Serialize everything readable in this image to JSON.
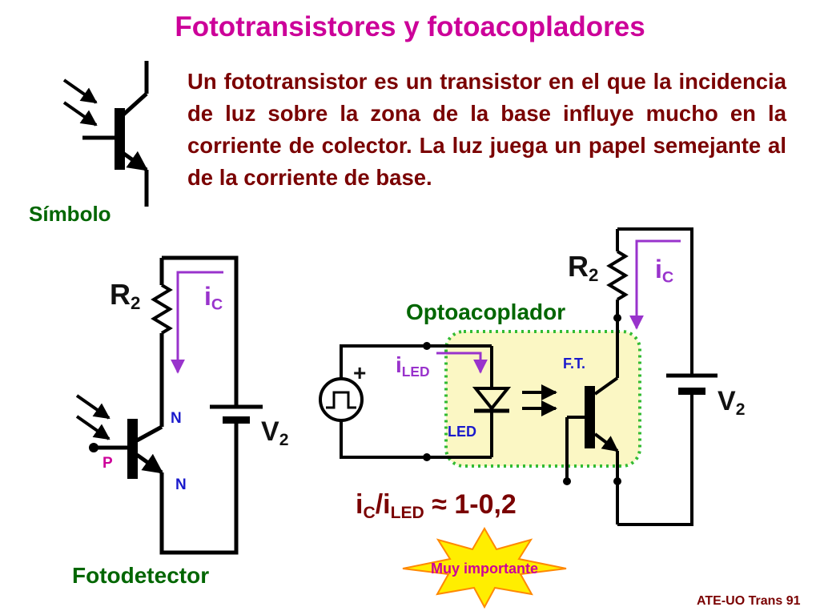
{
  "title": "Fototransistores y fotoacopladores",
  "description": "Un fototransistor es un transistor en el que la incidencia de luz sobre la zona de la base influye mucho en la corriente de colector. La luz juega un papel semejante al de la corriente de base.",
  "symbol_label": "Símbolo",
  "fotodetector": {
    "label": "Fotodetector",
    "r_label": "R",
    "r_sub": "2",
    "i_label": "i",
    "i_sub": "C",
    "v_label": "V",
    "v_sub": "2",
    "n_top": "N",
    "p": "P",
    "n_bottom": "N"
  },
  "optoacoplador": {
    "label": "Optoacoplador",
    "r_label": "R",
    "r_sub": "2",
    "ic_label": "i",
    "ic_sub": "C",
    "v_label": "V",
    "v_sub": "2",
    "iled_label": "i",
    "iled_sub": "LED",
    "plus": "+",
    "led": "LED",
    "ft": "F.T."
  },
  "ratio": {
    "ic": "i",
    "ic_sub": "C",
    "slash": "/i",
    "iled_sub": "LED",
    "approx": "≈",
    "value": "1-0,2"
  },
  "burst": "Muy importante",
  "footer": "ATE-UO Trans 91",
  "colors": {
    "title": "#cc0099",
    "text": "#7a0000",
    "labels": "#006600",
    "current": "#9933cc",
    "led_region": "#fbf7c4",
    "dotted_border": "#33bb33",
    "burst_fill": "#ffee00",
    "burst_stroke": "#ff8800"
  }
}
